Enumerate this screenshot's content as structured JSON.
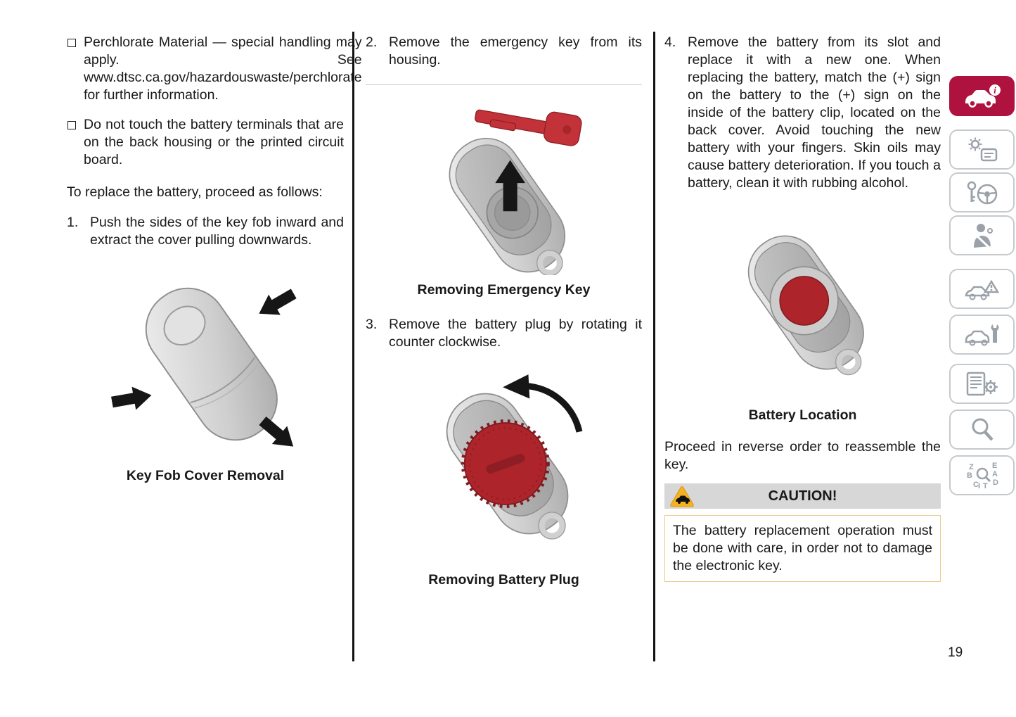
{
  "page": {
    "number": "19"
  },
  "col1": {
    "bullet1": "Perchlorate Material — special handling may apply. See www.dtsc.ca.gov/hazardouswaste/perchlorate for further information.",
    "bullet2": "Do not touch the battery terminals that are on the back housing or the printed circuit board.",
    "intro": "To replace the battery, proceed as follows:",
    "step1_num": "1.",
    "step1_text": "Push the sides of the key fob inward and extract the cover pulling downwards.",
    "fig_caption": "Key Fob Cover Removal"
  },
  "col2": {
    "step2_num": "2.",
    "step2_text": "Remove the emergency key from its housing.",
    "fig_emergency_caption": "Removing Emergency Key",
    "step3_num": "3.",
    "step3_text": "Remove the battery plug by rotating it counter clockwise.",
    "fig_plug_caption": "Removing Battery Plug"
  },
  "col3": {
    "step4_num": "4.",
    "step4_text": "Remove the battery from its slot and replace it with a new one. When replacing the battery, match the (+) sign on the battery to the (+) sign on the inside of the battery clip, located on the back cover. Avoid touching the new battery with your fingers. Skin oils may cause battery deterioration. If you touch a battery, clean it with rubbing alcohol.",
    "fig_battery_caption": "Battery Location",
    "reassemble": "Proceed in reverse order to reassemble the key.",
    "caution_title": "CAUTION!",
    "caution_text": "The battery replacement operation must be done with care, in order not to damage the electronic key."
  },
  "sidebar": {
    "tabs": [
      {
        "icon": "car-info-icon",
        "active": true
      },
      {
        "icon": "lights-display-icon",
        "active": false
      },
      {
        "icon": "ignition-steering-icon",
        "active": false
      },
      {
        "icon": "occupant-safety-icon",
        "active": false
      },
      {
        "icon": "emergency-warning-icon",
        "active": false
      },
      {
        "icon": "service-maintenance-icon",
        "active": false
      },
      {
        "icon": "technical-data-icon",
        "active": false
      },
      {
        "icon": "search-icon",
        "active": false
      },
      {
        "icon": "alphabetical-index-icon",
        "active": false
      }
    ]
  },
  "colors": {
    "accent": "#b01240",
    "caution_bar_bg": "#d7d7d7",
    "caution_box_border": "#eac98c",
    "figure_red": "#ae242b",
    "warning_yellow": "#f4b223",
    "divider": "#111111"
  }
}
